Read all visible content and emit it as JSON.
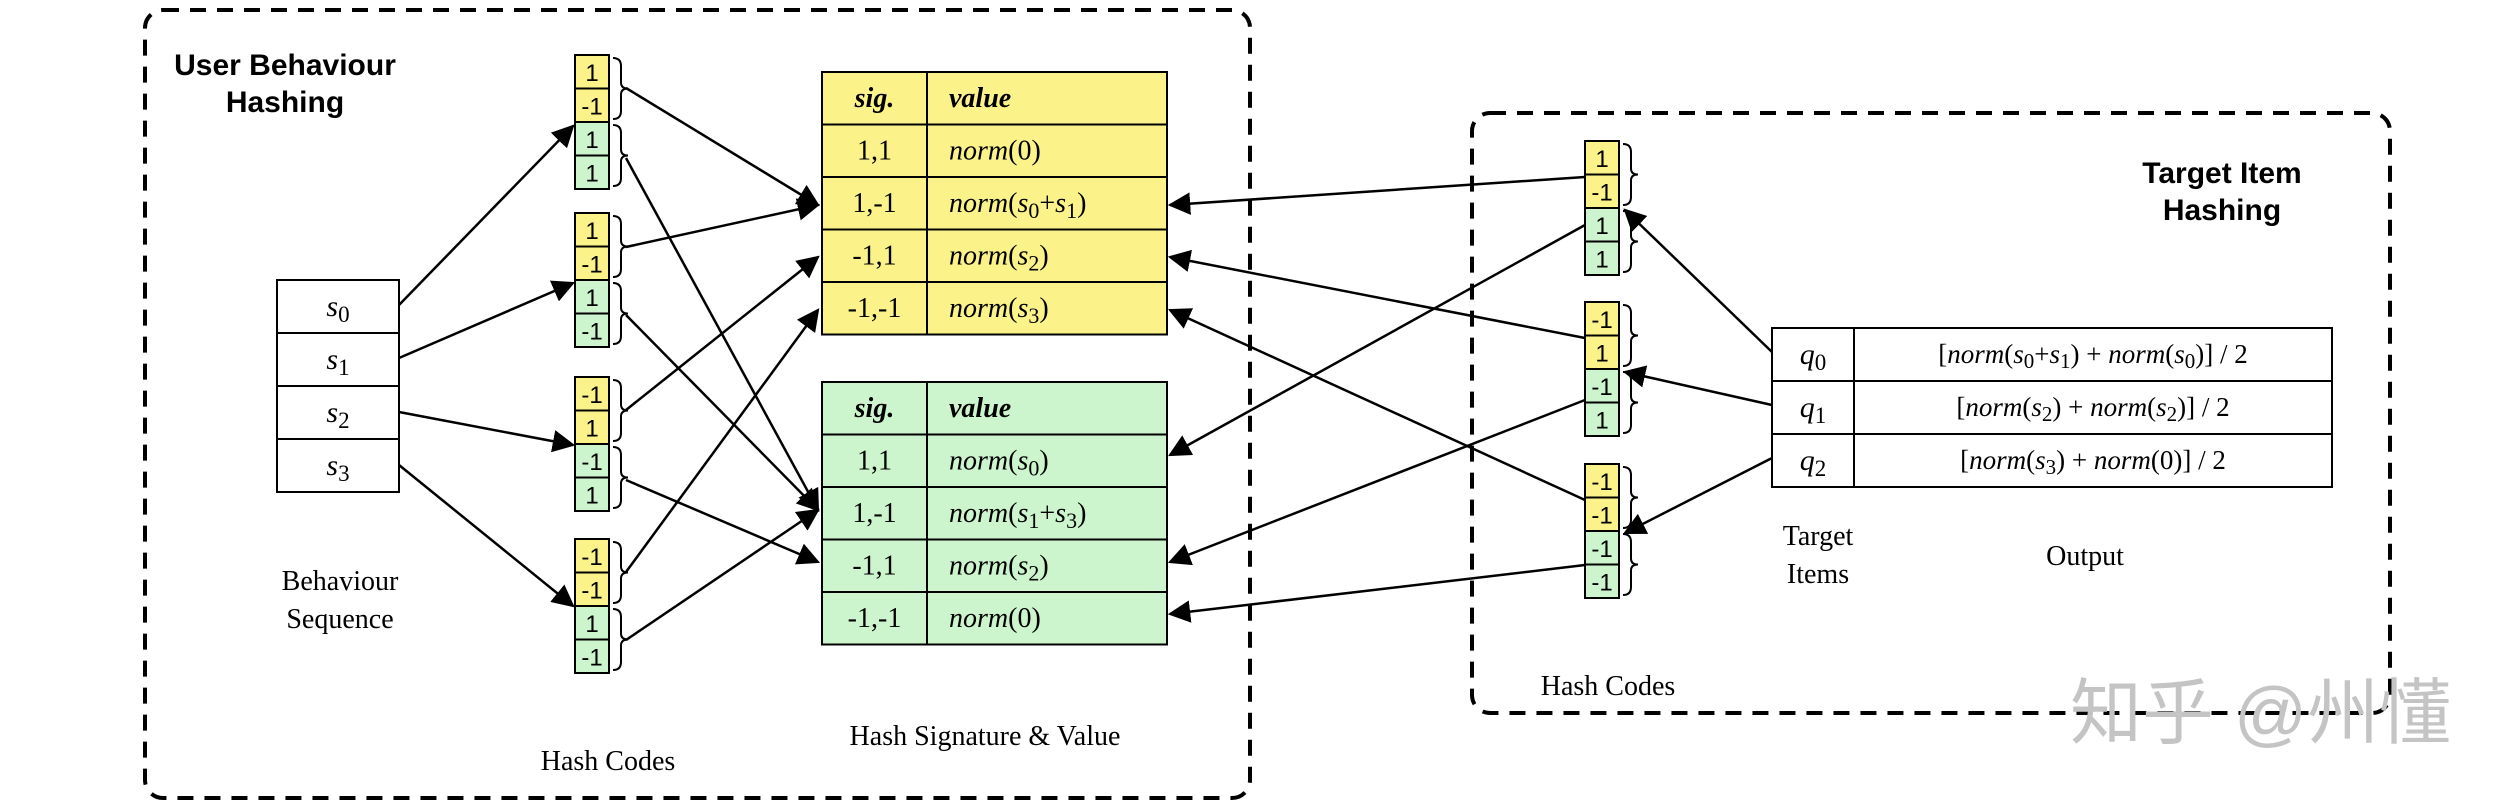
{
  "colors": {
    "yellow": "#fbf38a",
    "green": "#cdf5cd",
    "line": "#000000",
    "watermark": "#bdbdbd"
  },
  "user_section": {
    "title_line1": "User Behaviour",
    "title_line2": "Hashing",
    "behaviour_label_line1": "Behaviour",
    "behaviour_label_line2": "Sequence",
    "hash_codes_label": "Hash Codes",
    "sig_value_label": "Hash Signature & Value",
    "sequence": [
      {
        "base": "s",
        "sub": "0"
      },
      {
        "base": "s",
        "sub": "1"
      },
      {
        "base": "s",
        "sub": "2"
      },
      {
        "base": "s",
        "sub": "3"
      }
    ],
    "hash_code_groups": [
      {
        "top": [
          "1",
          "-1"
        ],
        "bottom": [
          "1",
          "1"
        ]
      },
      {
        "top": [
          "1",
          "-1"
        ],
        "bottom": [
          "1",
          "-1"
        ]
      },
      {
        "top": [
          "-1",
          "1"
        ],
        "bottom": [
          "-1",
          "1"
        ]
      },
      {
        "top": [
          "-1",
          "-1"
        ],
        "bottom": [
          "1",
          "-1"
        ]
      }
    ],
    "yellow_table": {
      "header": {
        "sig": "sig.",
        "value": "value"
      },
      "rows": [
        {
          "sig": "1,1",
          "value": "norm(0)"
        },
        {
          "sig": "1,-1",
          "value": "norm(s0+s1)"
        },
        {
          "sig": "-1,1",
          "value": "norm(s2)"
        },
        {
          "sig": "-1,-1",
          "value": "norm(s3)"
        }
      ]
    },
    "green_table": {
      "header": {
        "sig": "sig.",
        "value": "value"
      },
      "rows": [
        {
          "sig": "1,1",
          "value": "norm(s0)"
        },
        {
          "sig": "1,-1",
          "value": "norm(s1+s3)"
        },
        {
          "sig": "-1,1",
          "value": "norm(s2)"
        },
        {
          "sig": "-1,-1",
          "value": "norm(0)"
        }
      ]
    }
  },
  "target_section": {
    "title_line1": "Target Item",
    "title_line2": "Hashing",
    "hash_codes_label": "Hash Codes",
    "target_items_line1": "Target",
    "target_items_line2": "Items",
    "output_label": "Output",
    "hash_code_groups": [
      {
        "top": [
          "1",
          "-1"
        ],
        "bottom": [
          "1",
          "1"
        ]
      },
      {
        "top": [
          "-1",
          "1"
        ],
        "bottom": [
          "-1",
          "1"
        ]
      },
      {
        "top": [
          "-1",
          "-1"
        ],
        "bottom": [
          "-1",
          "-1"
        ]
      }
    ],
    "items": [
      {
        "q": "q0",
        "output": "[norm(s0+s1) + norm(s0)] / 2"
      },
      {
        "q": "q1",
        "output": "[norm(s2) + norm(s2)] / 2"
      },
      {
        "q": "q2",
        "output": "[norm(s3) + norm(0)] / 2"
      }
    ]
  },
  "watermark": "知乎 @州懂"
}
